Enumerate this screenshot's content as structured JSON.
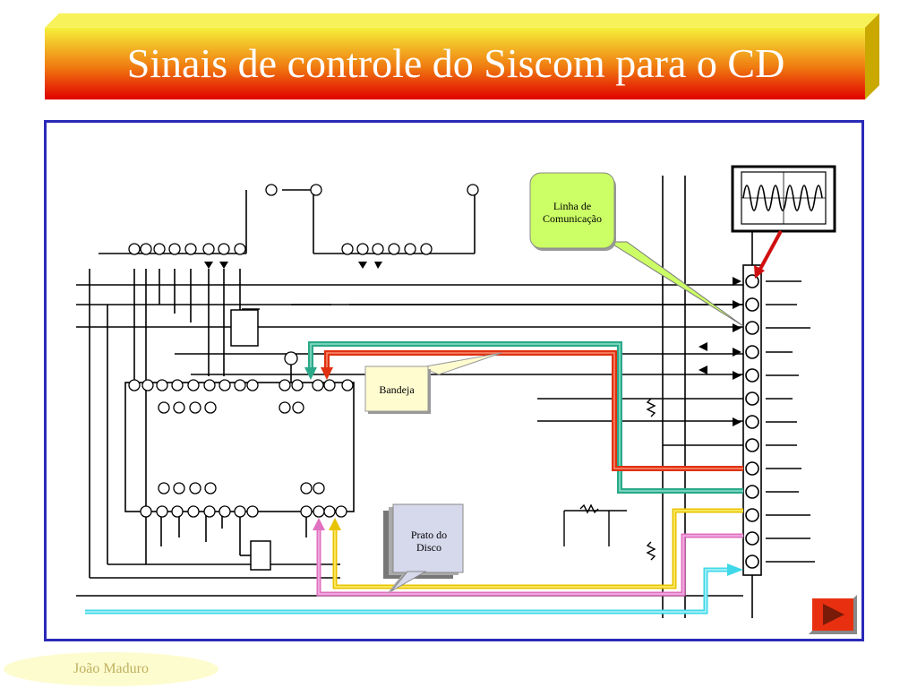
{
  "slide": {
    "title": "Sinais de controle do Siscom para o CD",
    "author": "João Maduro"
  },
  "callouts": {
    "communication_line": "Linha de Comunicação",
    "tray": "Bandeja",
    "disc_plate_line1": "Prato do",
    "disc_plate_line2": "Disco"
  },
  "navigation": {
    "next_icon": "play-right-icon"
  },
  "colors": {
    "title_gradient_top": "#f2ee3a",
    "title_gradient_bottom": "#e60000",
    "frame_border": "#2a2ab8",
    "teal_line": "#2aa98a",
    "red_line": "#e03010",
    "yellow_line": "#e8c400",
    "pink_line": "#e070c0",
    "cyan_line": "#40d8e8",
    "callout_green": "#ccff66",
    "callout_cream": "#fffcd0",
    "callout_blue": "#d6d8ec",
    "next_button": "#e83010"
  }
}
